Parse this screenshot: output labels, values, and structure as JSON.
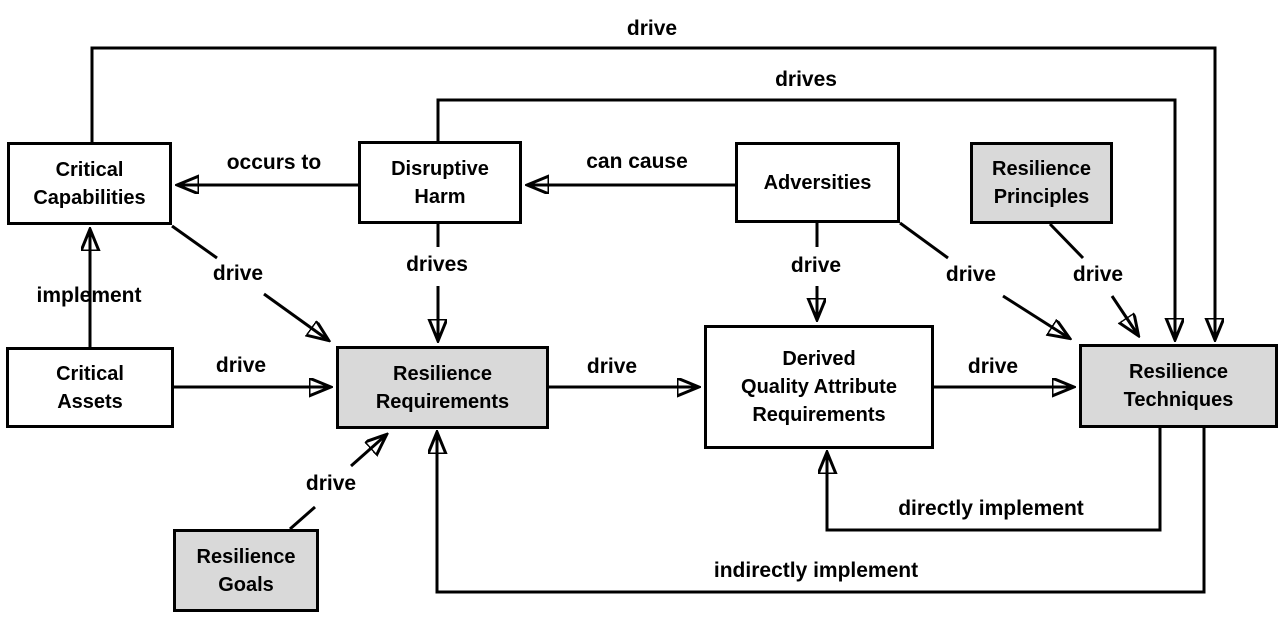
{
  "diagram": {
    "type": "concept-relationship-diagram",
    "topic": "Resilience requirements engineering concepts",
    "colors": {
      "background": "#ffffff",
      "box_fill_white": "#ffffff",
      "box_fill_gray": "#d9d9d9",
      "line": "#000000",
      "text": "#000000"
    },
    "nodes": {
      "critical_capabilities": {
        "label": "Critical\nCapabilities",
        "fill": "white"
      },
      "disruptive_harm": {
        "label": "Disruptive\nHarm",
        "fill": "white"
      },
      "adversities": {
        "label": "Adversities",
        "fill": "white"
      },
      "resilience_principles": {
        "label": "Resilience\nPrinciples",
        "fill": "gray"
      },
      "critical_assets": {
        "label": "Critical\nAssets",
        "fill": "white"
      },
      "resilience_requirements": {
        "label": "Resilience\nRequirements",
        "fill": "gray"
      },
      "derived_qa_requirements": {
        "label": "Derived\nQuality Attribute\nRequirements",
        "fill": "white"
      },
      "resilience_techniques": {
        "label": "Resilience\nTechniques",
        "fill": "gray"
      },
      "resilience_goals": {
        "label": "Resilience\nGoals",
        "fill": "gray"
      }
    },
    "edges": {
      "cc_drive_rt_top": {
        "text": "drive",
        "from": "critical_capabilities",
        "to": "resilience_techniques"
      },
      "dh_drives_rt_top": {
        "text": "drives",
        "from": "disruptive_harm",
        "to": "resilience_techniques"
      },
      "dh_occurs_to_cc": {
        "text": "occurs to",
        "from": "disruptive_harm",
        "to": "critical_capabilities"
      },
      "adv_can_cause_dh": {
        "text": "can cause",
        "from": "adversities",
        "to": "disruptive_harm"
      },
      "cc_drive_rr": {
        "text": "drive",
        "from": "critical_capabilities",
        "to": "resilience_requirements"
      },
      "dh_drives_rr": {
        "text": "drives",
        "from": "disruptive_harm",
        "to": "resilience_requirements"
      },
      "adv_drive_dqar": {
        "text": "drive",
        "from": "adversities",
        "to": "derived_qa_requirements"
      },
      "adv_drive_rt": {
        "text": "drive",
        "from": "adversities",
        "to": "resilience_techniques"
      },
      "rp_drive_rt": {
        "text": "drive",
        "from": "resilience_principles",
        "to": "resilience_techniques"
      },
      "ca_implement_cc": {
        "text": "implement",
        "from": "critical_assets",
        "to": "critical_capabilities"
      },
      "ca_drive_rr": {
        "text": "drive",
        "from": "critical_assets",
        "to": "resilience_requirements"
      },
      "rr_drive_dqar": {
        "text": "drive",
        "from": "resilience_requirements",
        "to": "derived_qa_requirements"
      },
      "dqar_drive_rt": {
        "text": "drive",
        "from": "derived_qa_requirements",
        "to": "resilience_techniques"
      },
      "rg_drive_rr": {
        "text": "drive",
        "from": "resilience_goals",
        "to": "resilience_requirements"
      },
      "rt_directly_implement_dqar": {
        "text": "directly implement",
        "from": "resilience_techniques",
        "to": "derived_qa_requirements"
      },
      "rt_indirectly_implement_rr": {
        "text": "indirectly implement",
        "from": "resilience_techniques",
        "to": "resilience_requirements"
      }
    }
  }
}
